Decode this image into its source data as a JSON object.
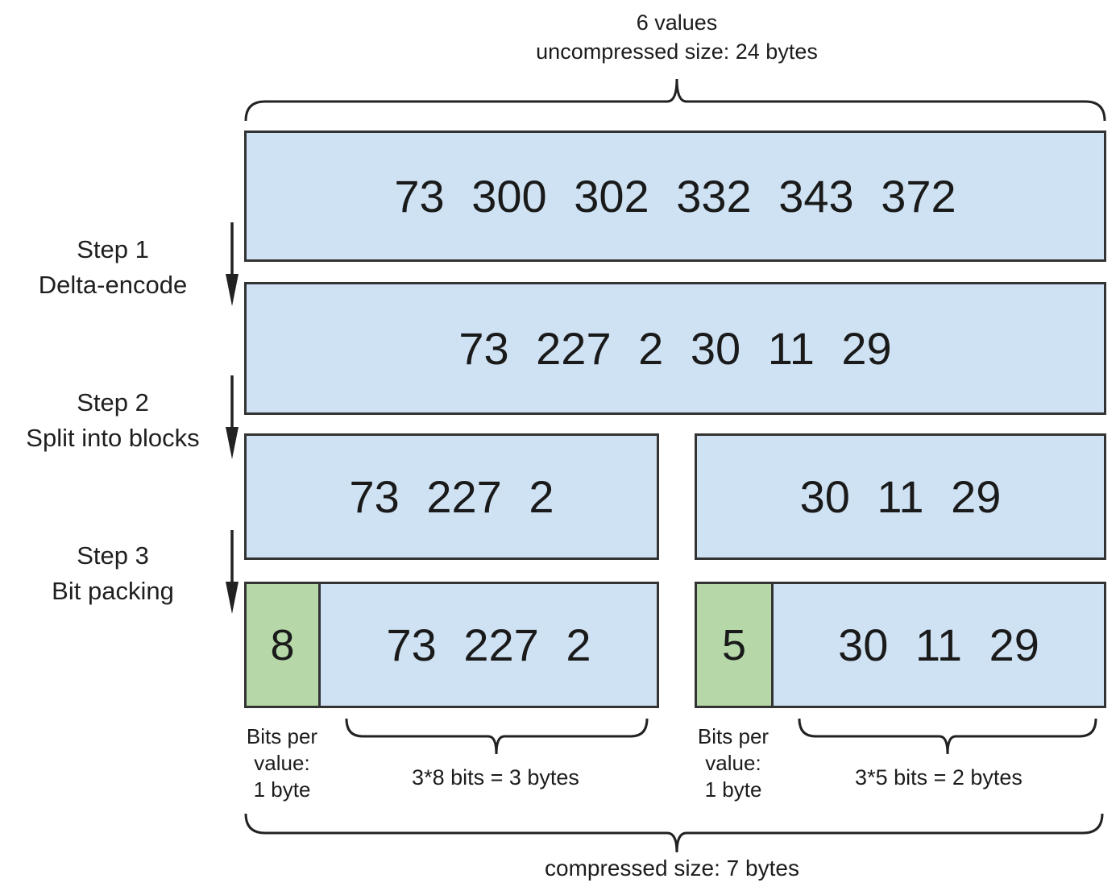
{
  "colors": {
    "box_blue": "#cfe2f3",
    "box_green": "#b6d7a8",
    "border": "#333333",
    "line": "#222222",
    "text": "#1a1a1a"
  },
  "header": {
    "line1": "6 values",
    "line2": "uncompressed size: 24 bytes"
  },
  "steps": [
    {
      "title": "Step 1",
      "subtitle": "Delta-encode"
    },
    {
      "title": "Step 2",
      "subtitle": "Split into blocks"
    },
    {
      "title": "Step 3",
      "subtitle": "Bit packing"
    }
  ],
  "boxes": {
    "original": {
      "values": [
        73,
        300,
        302,
        332,
        343,
        372
      ]
    },
    "delta": {
      "values": [
        73,
        227,
        2,
        30,
        11,
        29
      ]
    },
    "block1": {
      "values": [
        73,
        227,
        2
      ]
    },
    "block2": {
      "values": [
        30,
        11,
        29
      ]
    },
    "packed1": {
      "bits_per_value": 8,
      "values": [
        73,
        227,
        2
      ]
    },
    "packed2": {
      "bits_per_value": 5,
      "values": [
        30,
        11,
        29
      ]
    }
  },
  "annotations": {
    "bits_per_value_label": "Bits per\nvalue:\n1 byte",
    "packed1_size": "3*8 bits = 3 bytes",
    "packed2_size": "3*5 bits = 2 bytes",
    "compressed_size": "compressed size: 7 bytes"
  }
}
